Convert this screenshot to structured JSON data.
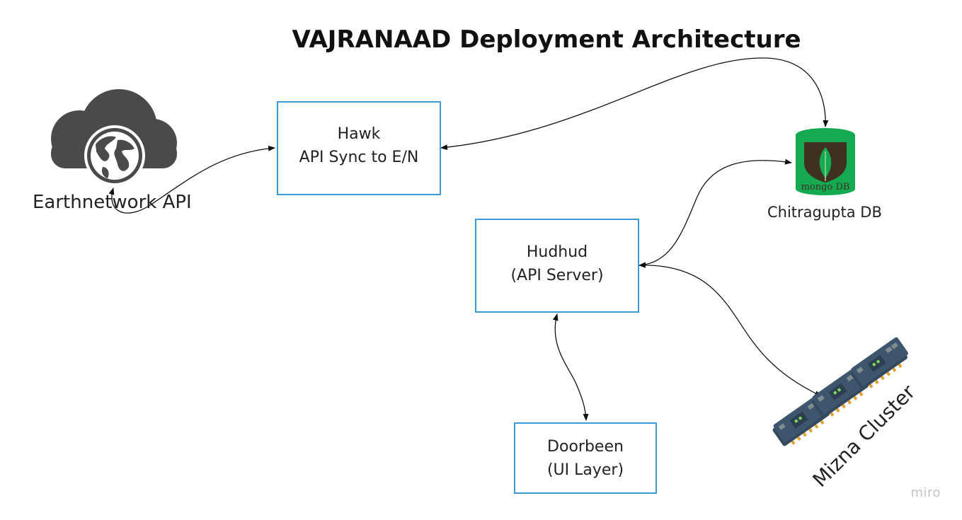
{
  "title": "VAJRANAAD Deployment Architecture",
  "nodes": {
    "earthnetwork": {
      "label": "Earthnetwork API"
    },
    "hawk": {
      "line1": "Hawk",
      "line2": "API Sync to E/N"
    },
    "chitragupta": {
      "label": "Chitragupta DB",
      "logo_text": "mongo DB"
    },
    "hudhud": {
      "line1": "Hudhud",
      "line2": "(API Server)"
    },
    "doorbeen": {
      "line1": "Doorbeen",
      "line2": "(UI Layer)"
    },
    "mizna": {
      "label": "Mizna Cluster"
    }
  },
  "watermark": "miro",
  "colors": {
    "box_border": "#3b9bd9",
    "nodejs": "#3aa675",
    "docker": "#1d91e6",
    "angular": "#dd1b4a",
    "mongo_green": "#13aa52",
    "mongo_dark": "#3f3020",
    "cloud": "#4a4a4a",
    "board": "#34495e"
  },
  "icons": [
    "cloud-globe-icon",
    "nodejs-icon",
    "docker-icon",
    "mongodb-icon",
    "angular-icon",
    "server-board-icon"
  ]
}
